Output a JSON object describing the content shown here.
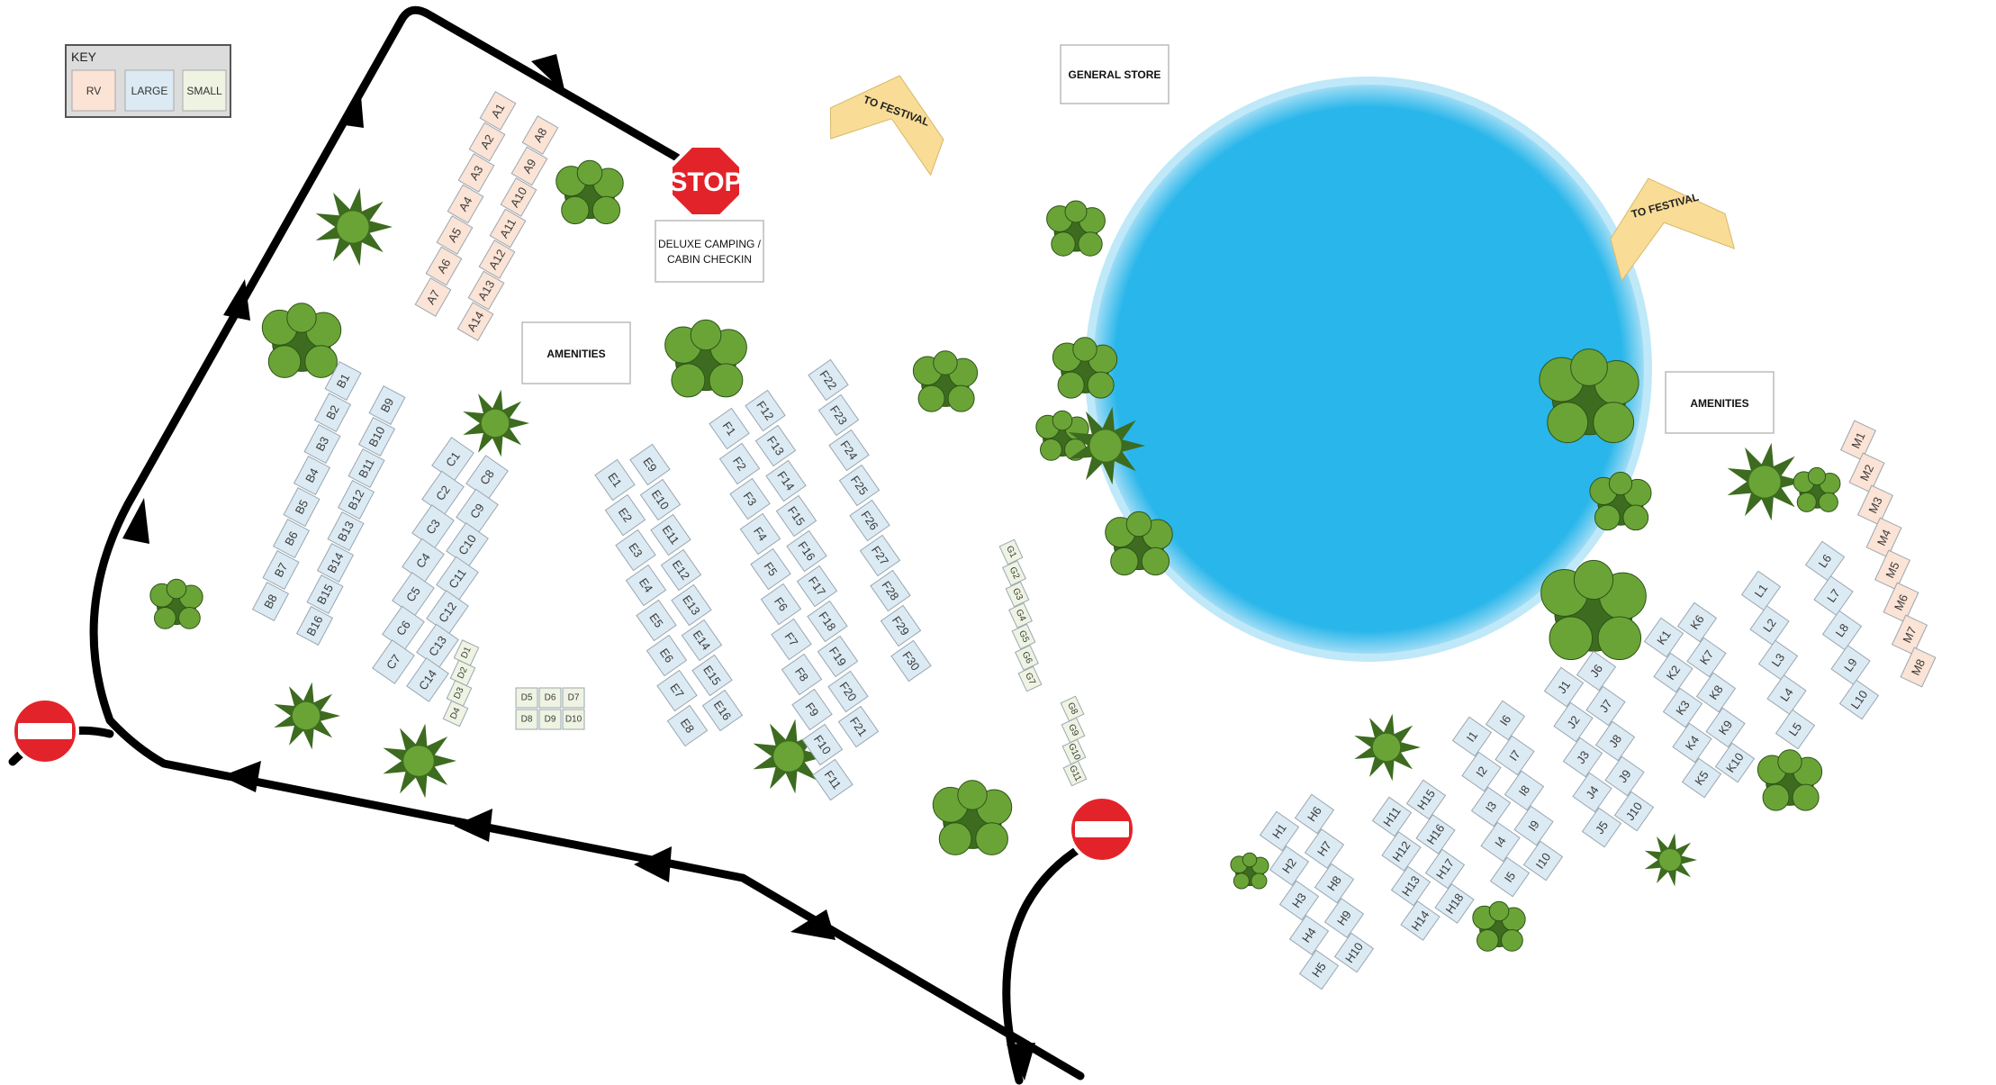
{
  "key": {
    "title": "KEY",
    "items": [
      {
        "label": "RV",
        "color": "#fbe3d5"
      },
      {
        "label": "LARGE",
        "color": "#dbeaf3"
      },
      {
        "label": "SMALL",
        "color": "#eef3e2"
      }
    ]
  },
  "colors": {
    "rv": "#fbe3d5",
    "large": "#dbeaf3",
    "small": "#eef3e2",
    "lake": "#29b6ea",
    "road": "#000000",
    "stop_sign": "#e3232a",
    "no_entry": "#e3232a",
    "festival_arrow": "#f9dc96",
    "tree_dark": "#3d6b1f",
    "tree_light": "#6aa437"
  },
  "labels": {
    "general_store": "GENERAL STORE",
    "amenities_left": "AMENITIES",
    "amenities_right": "AMENITIES",
    "checkin_line1": "DELUXE CAMPING /",
    "checkin_line2": "CABIN CHECKIN",
    "stop": "STOP",
    "to_festival_1": "TO FESTIVAL",
    "to_festival_2": "TO FESTIVAL"
  },
  "pitches": {
    "A_left": [
      "A1",
      "A2",
      "A3",
      "A4",
      "A5",
      "A6",
      "A7"
    ],
    "A_right": [
      "A8",
      "A9",
      "A10",
      "A11",
      "A12",
      "A13",
      "A14"
    ],
    "B_left": [
      "B1",
      "B2",
      "B3",
      "B4",
      "B5",
      "B6",
      "B7",
      "B8"
    ],
    "B_right": [
      "B9",
      "B10",
      "B11",
      "B12",
      "B13",
      "B14",
      "B15",
      "B16"
    ],
    "C_left": [
      "C1",
      "C2",
      "C3",
      "C4",
      "C5",
      "C6",
      "C7"
    ],
    "C_right": [
      "C8",
      "C9",
      "C10",
      "C11",
      "C12",
      "C13",
      "C14"
    ],
    "D_col": [
      "D1",
      "D2",
      "D3",
      "D4"
    ],
    "D_top": [
      "D5",
      "D6",
      "D7"
    ],
    "D_bottom": [
      "D8",
      "D9",
      "D10"
    ],
    "E_left": [
      "E1",
      "E2",
      "E3",
      "E4",
      "E5",
      "E6",
      "E7",
      "E8"
    ],
    "E_right": [
      "E9",
      "E10",
      "E11",
      "E12",
      "E13",
      "E14",
      "E15",
      "E16"
    ],
    "F_left": [
      "F1",
      "F2",
      "F3",
      "F4",
      "F5",
      "F6",
      "F7",
      "F8",
      "F9",
      "F10",
      "F11"
    ],
    "F_mid": [
      "F12",
      "F13",
      "F14",
      "F15",
      "F16",
      "F17",
      "F18",
      "F19",
      "F20",
      "F21"
    ],
    "F_right": [
      "F22",
      "F23",
      "F24",
      "F25",
      "F26",
      "F27",
      "F28",
      "F29",
      "F30"
    ],
    "G_top": [
      "G1",
      "G2",
      "G3",
      "G4",
      "G5",
      "G6",
      "G7"
    ],
    "G_bottom": [
      "G8",
      "G9",
      "G10",
      "G11"
    ],
    "H_left": [
      "H1",
      "H2",
      "H3",
      "H4",
      "H5"
    ],
    "H_2": [
      "H6",
      "H7",
      "H8",
      "H9",
      "H10"
    ],
    "H_3": [
      "H11",
      "H12",
      "H13",
      "H14"
    ],
    "H_4": [
      "H15",
      "H16",
      "H17",
      "H18"
    ],
    "I_left": [
      "I1",
      "I2",
      "I3",
      "I4",
      "I5"
    ],
    "I_right": [
      "I6",
      "I7",
      "I8",
      "I9",
      "I10"
    ],
    "J_left": [
      "J1",
      "J2",
      "J3",
      "J4",
      "J5"
    ],
    "J_right": [
      "J6",
      "J7",
      "J8",
      "J9",
      "J10"
    ],
    "K_left": [
      "K1",
      "K2",
      "K3",
      "K4",
      "K5"
    ],
    "K_right": [
      "K6",
      "K7",
      "K8",
      "K9",
      "K10"
    ],
    "L_left": [
      "L1",
      "L2",
      "L3",
      "L4",
      "L5"
    ],
    "L_right": [
      "L6",
      "L7",
      "L8",
      "L9",
      "L10"
    ],
    "M_col": [
      "M1",
      "M2",
      "M3",
      "M4",
      "M5",
      "M6",
      "M7",
      "M8"
    ]
  }
}
